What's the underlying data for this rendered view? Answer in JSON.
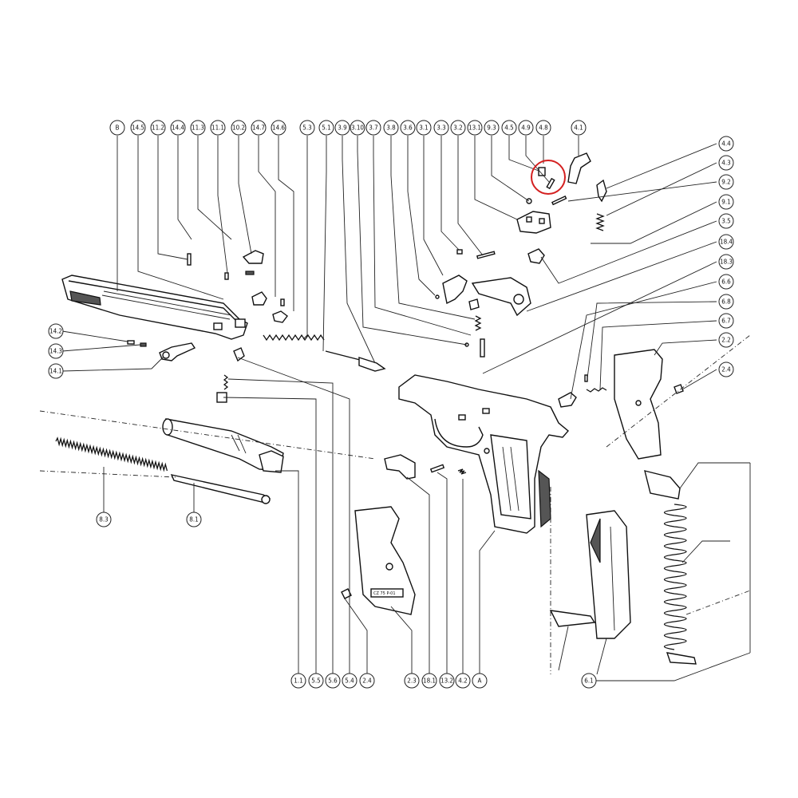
{
  "diagram": {
    "callouts_top": [
      "B",
      "14.5",
      "11.2",
      "14.4",
      "11.3",
      "11.1",
      "10.2",
      "14.7",
      "14.6",
      "5.3",
      "5.1",
      "3.9",
      "3.10",
      "3.7",
      "3.8",
      "3.6",
      "3.1",
      "3.3",
      "3.2",
      "13.1",
      "9.3",
      "4.5",
      "4.9",
      "4.8",
      "4.1"
    ],
    "callouts_right": [
      "4.4",
      "4.3",
      "9.2",
      "9.1",
      "3.5",
      "18.4",
      "18.3",
      "6.6",
      "6.8",
      "6.7",
      "2.2",
      "2.4"
    ],
    "callouts_left": [
      "14.2",
      "14.3",
      "14.1",
      "8.3",
      "8.1"
    ],
    "callouts_bottom": [
      "1.1",
      "5.5",
      "5.6",
      "5.4",
      "2.4",
      "2.3",
      "18.1",
      "13.2",
      "4.2",
      "A",
      "6.1"
    ],
    "grip_stamp": "CZ 75 P-01",
    "highlight_color": "#d42020"
  }
}
